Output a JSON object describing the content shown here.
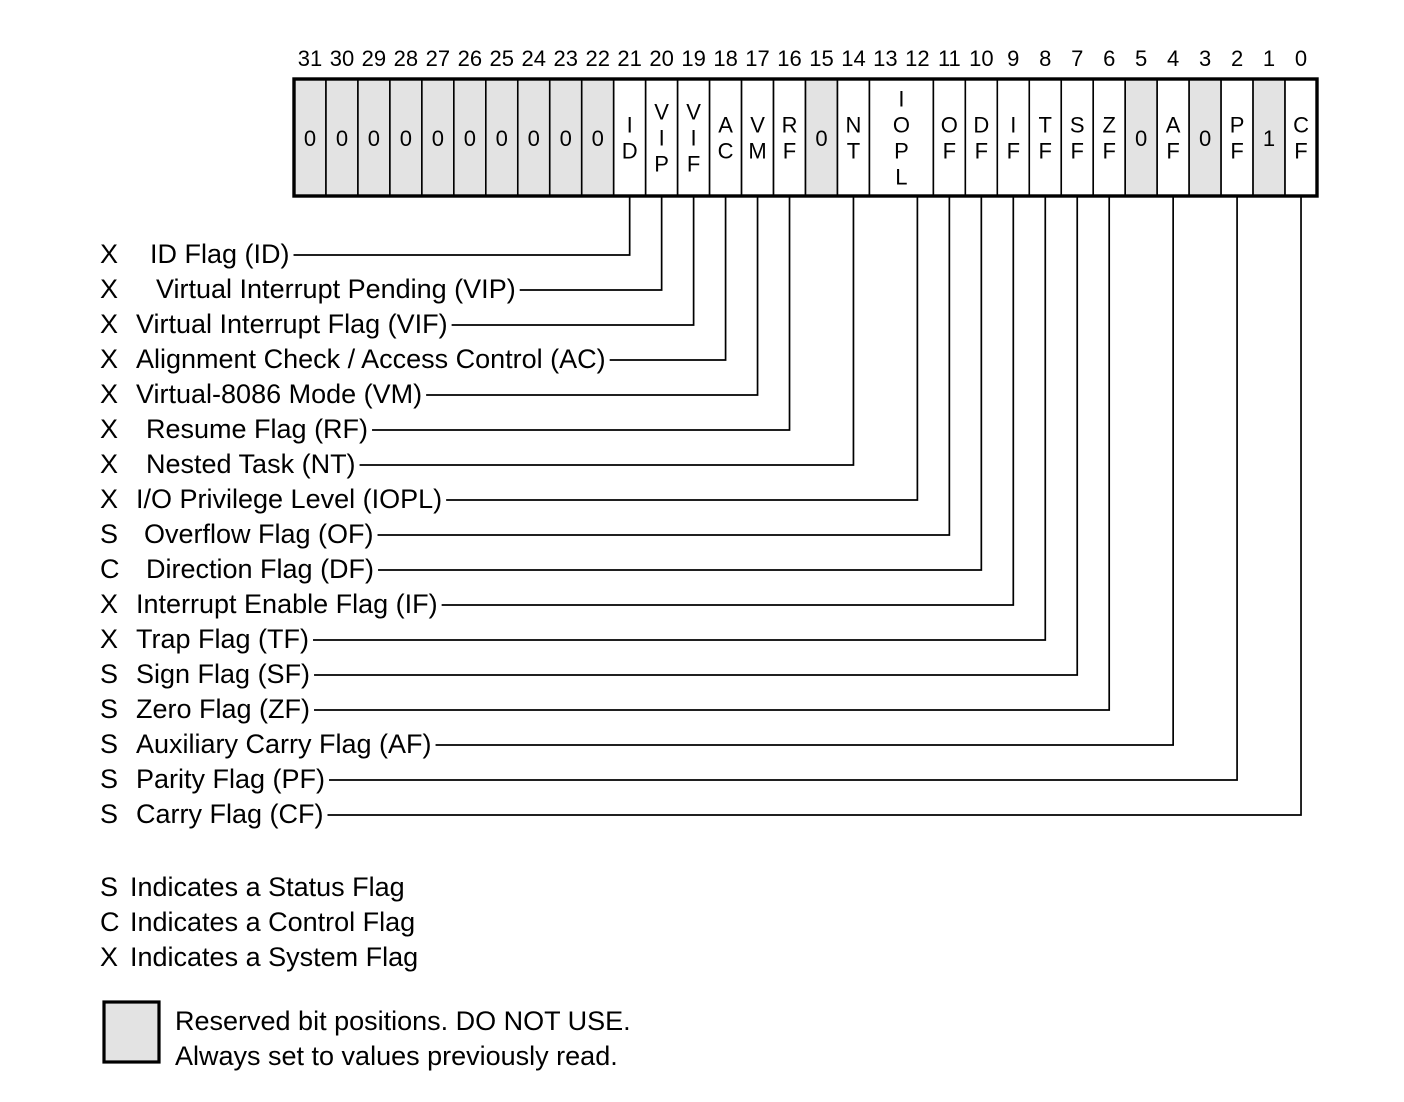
{
  "figure": {
    "name": "eflags-register",
    "reserved_color": "#e3e3e3",
    "line_color": "#000000",
    "background": "#ffffff"
  },
  "register": {
    "bit_numbers": [
      "31",
      "30",
      "29",
      "28",
      "27",
      "26",
      "25",
      "24",
      "23",
      "22",
      "21",
      "20",
      "19",
      "18",
      "17",
      "16",
      "15",
      "14",
      "13",
      "12",
      "11",
      "10",
      "9",
      "8",
      "7",
      "6",
      "5",
      "4",
      "3",
      "2",
      "1",
      "0"
    ],
    "cells": [
      {
        "label": "0",
        "bits": [
          31
        ],
        "reserved": true,
        "orientation": "numeric"
      },
      {
        "label": "0",
        "bits": [
          30
        ],
        "reserved": true,
        "orientation": "numeric"
      },
      {
        "label": "0",
        "bits": [
          29
        ],
        "reserved": true,
        "orientation": "numeric"
      },
      {
        "label": "0",
        "bits": [
          28
        ],
        "reserved": true,
        "orientation": "numeric"
      },
      {
        "label": "0",
        "bits": [
          27
        ],
        "reserved": true,
        "orientation": "numeric"
      },
      {
        "label": "0",
        "bits": [
          26
        ],
        "reserved": true,
        "orientation": "numeric"
      },
      {
        "label": "0",
        "bits": [
          25
        ],
        "reserved": true,
        "orientation": "numeric"
      },
      {
        "label": "0",
        "bits": [
          24
        ],
        "reserved": true,
        "orientation": "numeric"
      },
      {
        "label": "0",
        "bits": [
          23
        ],
        "reserved": true,
        "orientation": "numeric"
      },
      {
        "label": "0",
        "bits": [
          22
        ],
        "reserved": true,
        "orientation": "numeric"
      },
      {
        "label": "ID",
        "bits": [
          21
        ],
        "reserved": false,
        "orientation": "vertical"
      },
      {
        "label": "VIP",
        "bits": [
          20
        ],
        "reserved": false,
        "orientation": "vertical"
      },
      {
        "label": "VIF",
        "bits": [
          19
        ],
        "reserved": false,
        "orientation": "vertical"
      },
      {
        "label": "AC",
        "bits": [
          18
        ],
        "reserved": false,
        "orientation": "vertical"
      },
      {
        "label": "VM",
        "bits": [
          17
        ],
        "reserved": false,
        "orientation": "vertical"
      },
      {
        "label": "RF",
        "bits": [
          16
        ],
        "reserved": false,
        "orientation": "vertical"
      },
      {
        "label": "0",
        "bits": [
          15
        ],
        "reserved": true,
        "orientation": "numeric"
      },
      {
        "label": "NT",
        "bits": [
          14
        ],
        "reserved": false,
        "orientation": "vertical"
      },
      {
        "label": "IOPL",
        "bits": [
          13,
          12
        ],
        "reserved": false,
        "orientation": "vertical"
      },
      {
        "label": "OF",
        "bits": [
          11
        ],
        "reserved": false,
        "orientation": "vertical"
      },
      {
        "label": "DF",
        "bits": [
          10
        ],
        "reserved": false,
        "orientation": "vertical"
      },
      {
        "label": "IF",
        "bits": [
          9
        ],
        "reserved": false,
        "orientation": "vertical"
      },
      {
        "label": "TF",
        "bits": [
          8
        ],
        "reserved": false,
        "orientation": "vertical"
      },
      {
        "label": "SF",
        "bits": [
          7
        ],
        "reserved": false,
        "orientation": "vertical"
      },
      {
        "label": "ZF",
        "bits": [
          6
        ],
        "reserved": false,
        "orientation": "vertical"
      },
      {
        "label": "0",
        "bits": [
          5
        ],
        "reserved": true,
        "orientation": "numeric"
      },
      {
        "label": "AF",
        "bits": [
          4
        ],
        "reserved": false,
        "orientation": "vertical"
      },
      {
        "label": "0",
        "bits": [
          3
        ],
        "reserved": true,
        "orientation": "numeric"
      },
      {
        "label": "PF",
        "bits": [
          2
        ],
        "reserved": false,
        "orientation": "vertical"
      },
      {
        "label": "1",
        "bits": [
          1
        ],
        "reserved": true,
        "orientation": "numeric"
      },
      {
        "label": "CF",
        "bits": [
          0
        ],
        "reserved": false,
        "orientation": "vertical"
      }
    ]
  },
  "flags": [
    {
      "kind": "X",
      "text": "ID Flag (ID)",
      "abbr": "ID",
      "bit": 21,
      "text_indent": 20
    },
    {
      "kind": "X",
      "text": "Virtual Interrupt Pending (VIP)",
      "abbr": "VIP",
      "bit": 20,
      "text_indent": 26
    },
    {
      "kind": "X",
      "text": "Virtual Interrupt Flag (VIF)",
      "abbr": "VIF",
      "bit": 19,
      "text_indent": 6
    },
    {
      "kind": "X",
      "text": "Alignment Check / Access Control (AC)",
      "abbr": "AC",
      "bit": 18,
      "text_indent": 6
    },
    {
      "kind": "X",
      "text": "Virtual-8086 Mode (VM)",
      "abbr": "VM",
      "bit": 17,
      "text_indent": 6
    },
    {
      "kind": "X",
      "text": "Resume Flag (RF)",
      "abbr": "RF",
      "bit": 16,
      "text_indent": 16
    },
    {
      "kind": "X",
      "text": "Nested Task (NT)",
      "abbr": "NT",
      "bit": 14,
      "text_indent": 16
    },
    {
      "kind": "X",
      "text": "I/O Privilege Level (IOPL)",
      "abbr": "IOPL",
      "bit": 12,
      "text_indent": 6
    },
    {
      "kind": "S",
      "text": "Overflow Flag (OF)",
      "abbr": "OF",
      "bit": 11,
      "text_indent": 14
    },
    {
      "kind": "C",
      "text": "Direction Flag (DF)",
      "abbr": "DF",
      "bit": 10,
      "text_indent": 16
    },
    {
      "kind": "X",
      "text": "Interrupt Enable Flag (IF)",
      "abbr": "IF",
      "bit": 9,
      "text_indent": 6
    },
    {
      "kind": "X",
      "text": "Trap Flag (TF)",
      "abbr": "TF",
      "bit": 8,
      "text_indent": 6
    },
    {
      "kind": "S",
      "text": "Sign Flag (SF)",
      "abbr": "SF",
      "bit": 7,
      "text_indent": 6
    },
    {
      "kind": "S",
      "text": "Zero Flag (ZF)",
      "abbr": "ZF",
      "bit": 6,
      "text_indent": 6
    },
    {
      "kind": "S",
      "text": "Auxiliary Carry Flag (AF)",
      "abbr": "AF",
      "bit": 4,
      "text_indent": 6
    },
    {
      "kind": "S",
      "text": "Parity Flag (PF)",
      "abbr": "PF",
      "bit": 2,
      "text_indent": 6
    },
    {
      "kind": "S",
      "text": "Carry Flag (CF)",
      "abbr": "CF",
      "bit": 0,
      "text_indent": 6
    }
  ],
  "legend": {
    "kinds": [
      {
        "kind": "S",
        "text": "Indicates a Status Flag"
      },
      {
        "kind": "C",
        "text": "Indicates a Control Flag"
      },
      {
        "kind": "X",
        "text": "Indicates a System Flag"
      }
    ],
    "reserved_note": [
      "Reserved bit positions. DO NOT USE.",
      "Always set to values previously read."
    ]
  }
}
